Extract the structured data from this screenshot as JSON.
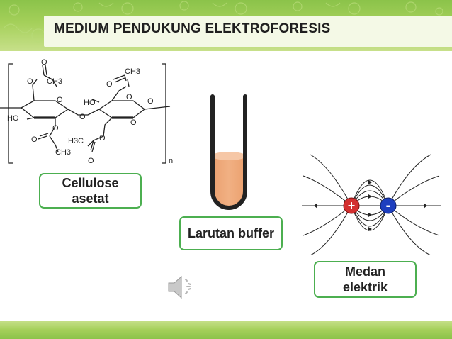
{
  "slide": {
    "title": "MEDIUM PENDUKUNG ELEKTROFORESIS"
  },
  "structure": {
    "atoms": {
      "o1": "O",
      "ch3_1": "CH3",
      "ch3_2": "CH3",
      "o_ring1": "O",
      "o_link": "O",
      "o_right": "O",
      "ho_top": "HO",
      "ho_left": "HO",
      "o_ring2": "O",
      "o_acetyl3": "O",
      "o_acetyl3b": "O",
      "ch3_3": "CH3",
      "h3c": "H3C",
      "o_acetyl4": "O",
      "o_acetyl4b": "O",
      "o2": "O",
      "n_sub": "n"
    }
  },
  "labels": {
    "cellulose": "Cellulose\nasetat",
    "buffer": "Larutan buffer",
    "medan": "Medan\nelektrik"
  },
  "electric_field": {
    "positive_symbol": "+",
    "negative_symbol": "-",
    "positive_color": "#d32f2f",
    "negative_color": "#1e3fbf"
  },
  "colors": {
    "accent_green": "#4caf50",
    "band_green": "#8bc34a",
    "buffer_liquid": "#eda878"
  },
  "icons": {
    "speaker": "speaker-icon"
  }
}
